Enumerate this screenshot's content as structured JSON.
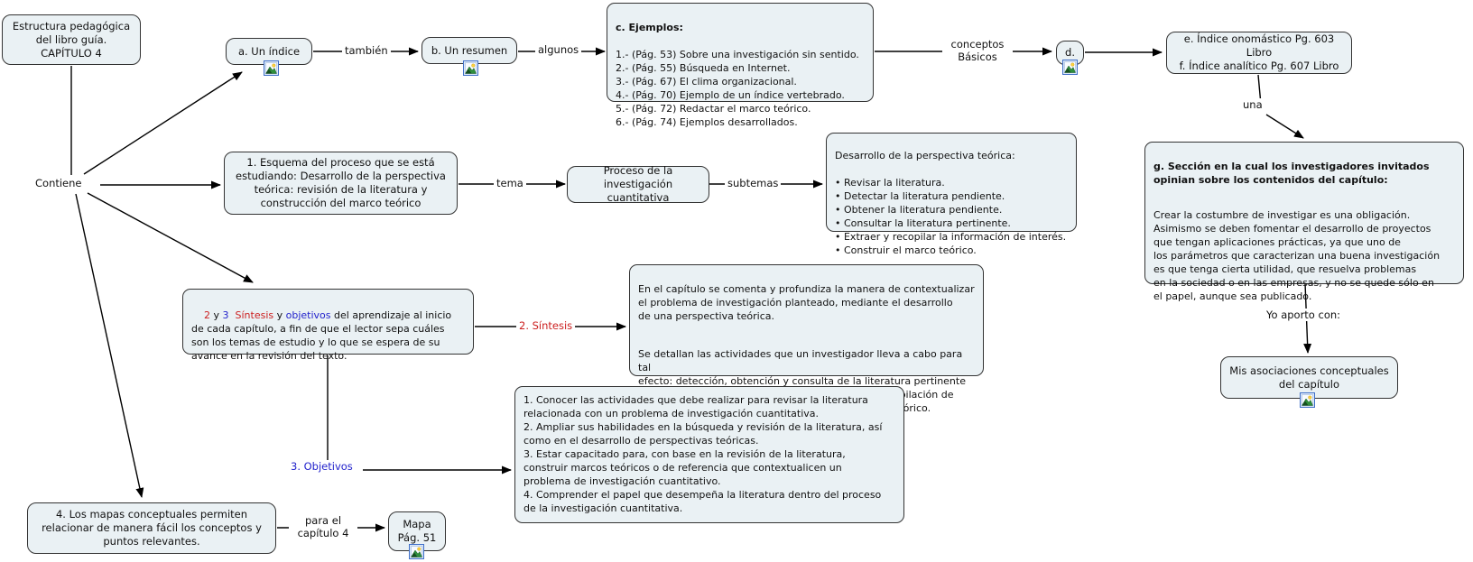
{
  "colors": {
    "node_fill": "#eaf1f4",
    "node_border": "#333333",
    "connector": "#000000",
    "accent_red": "#cc2020",
    "accent_blue": "#2323cc",
    "icon_border": "#3f6fc8"
  },
  "icons": {
    "resource": "image-resource-icon"
  },
  "nodes": {
    "root": {
      "lines": [
        "Estructura pedagógica",
        "del libro guía.",
        "CAPÍTULO 4"
      ]
    },
    "a_indice": {
      "label": "a. Un índice"
    },
    "b_resumen": {
      "label": "b. Un resumen"
    },
    "c_ejemplos": {
      "title": "c. Ejemplos:",
      "items": [
        "1.- (Pág. 53) Sobre una investigación sin sentido.",
        "2.- (Pág. 55) Búsqueda en Internet.",
        "3.- (Pág. 67) El clima organizacional.",
        "4.- (Pág. 70) Ejemplo de un índice vertebrado.",
        "5.- (Pág. 72) Redactar el marco teórico.",
        "6.- (Pág. 74) Ejemplos desarrollados."
      ]
    },
    "d_node": {
      "label": "d."
    },
    "ef_indices": {
      "lines": [
        "e. Índice onomástico Pg. 603 Libro",
        "f. Índice analítico Pg. 607 Libro"
      ]
    },
    "g_seccion": {
      "title_lines": [
        "g. Sección en la cual los investigadores invitados",
        "opinian sobre los contenidos del capítulo:"
      ],
      "body_lines": [
        "Crear la costumbre de investigar es una obligación.",
        "Asimismo se deben fomentar el desarrollo de proyectos",
        "que tengan aplicaciones prácticas, ya que uno de",
        "los parámetros que caracterizan una buena investigación",
        "es que tenga cierta utilidad, que resuelva problemas",
        "en la sociedad o en las empresas, y no se quede sólo en",
        "el papel, aunque sea publicado."
      ]
    },
    "esquema": {
      "lines": [
        "1. Esquema del proceso que se está",
        "estudiando: Desarrollo de la perspectiva",
        "teórica: revisión de la literatura y",
        "construcción del marco teórico"
      ]
    },
    "proceso": {
      "lines": [
        "Proceso de la investigación",
        "cuantitativa"
      ]
    },
    "subtemas_box": {
      "title": "Desarrollo de la perspectiva teórica:",
      "items": [
        "• Revisar la literatura.",
        "• Detectar la literatura pendiente.",
        "• Obtener la literatura pendiente.",
        "• Consultar la literatura pertinente.",
        "• Extraer y recopilar la información de interés.",
        "• Construir el marco teórico."
      ]
    },
    "sintesis_objetivos": {
      "n2": "2",
      "y1": " y ",
      "n3": "3",
      "sintesis": "  Síntesis",
      "y2": " y ",
      "objetivos": "objetivos",
      "rest": " del aprendizaje al inicio\nde cada capítulo, a fin de que el lector sepa cuáles\nson los temas de estudio y lo que se espera de su\navance en la revisión del texto."
    },
    "sintesis_box": {
      "para1_lines": [
        "En el capítulo se comenta y profundiza la manera de contextualizar",
        "el problema de investigación planteado, mediante el desarrollo",
        "de una perspectiva teórica."
      ],
      "para2_lines": [
        "Se detallan las actividades que un investigador lleva a cabo para tal",
        "efecto: detección, obtención y consulta de la literatura pertinente",
        "para el problema de investigación, extracción y recopilación de",
        "la información de interés y construcción del marco teórico."
      ]
    },
    "objetivos_box": {
      "lines": [
        "1. Conocer las actividades que debe realizar para revisar la literatura",
        "relacionada con un problema de investigación cuantitativa.",
        "2. Ampliar sus habilidades en la búsqueda y revisión de la literatura, así",
        "como en el desarrollo de perspectivas teóricas.",
        "3. Estar capacitado para, con base en la revisión de la literatura,",
        "construir marcos teóricos o de referencia que contextualicen un",
        "problema de investigación cuantitativo.",
        "4. Comprender el papel que desempeña la literatura dentro del proceso",
        "de la investigación cuantitativa."
      ]
    },
    "mapas": {
      "lines": [
        "4. Los mapas conceptuales permiten",
        "relacionar de manera fácil los conceptos y",
        "puntos relevantes."
      ]
    },
    "mapa_pag": {
      "lines": [
        "Mapa",
        "Pág. 51"
      ]
    },
    "mis_asociaciones": {
      "lines": [
        "Mis asociaciones conceptuales",
        "del capítulo"
      ]
    }
  },
  "connector_labels": {
    "contiene": "Contiene",
    "tambien": "también",
    "algunos": "algunos",
    "conceptos_lines": [
      "conceptos",
      "Básicos"
    ],
    "tema": "tema",
    "subtemas": "subtemas",
    "una": "una",
    "sintesis": "2. Síntesis",
    "objetivos": "3. Objetivos",
    "para_el_lines": [
      "para el",
      "capítulo 4"
    ],
    "yo_aporto": "Yo aporto con:"
  }
}
